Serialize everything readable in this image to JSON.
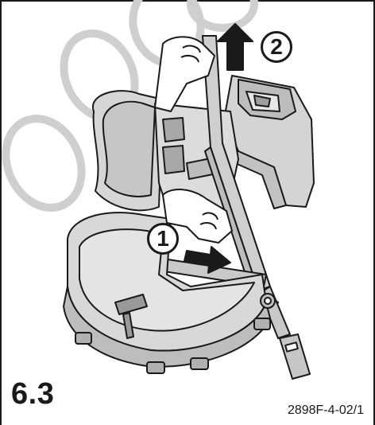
{
  "figure": {
    "step_number": "6.3",
    "reference_code": "2898F-4-02/1",
    "callouts": [
      {
        "label": "1"
      },
      {
        "label": "2"
      }
    ],
    "colors": {
      "line": "#1a1a1a",
      "seat_fill": "#d9d9d9",
      "seat_shadow": "#b8b8b8",
      "strap_fill": "#c4c4c4",
      "hand_fill": "#ffffff",
      "watermark": "#c9c9c9"
    }
  }
}
